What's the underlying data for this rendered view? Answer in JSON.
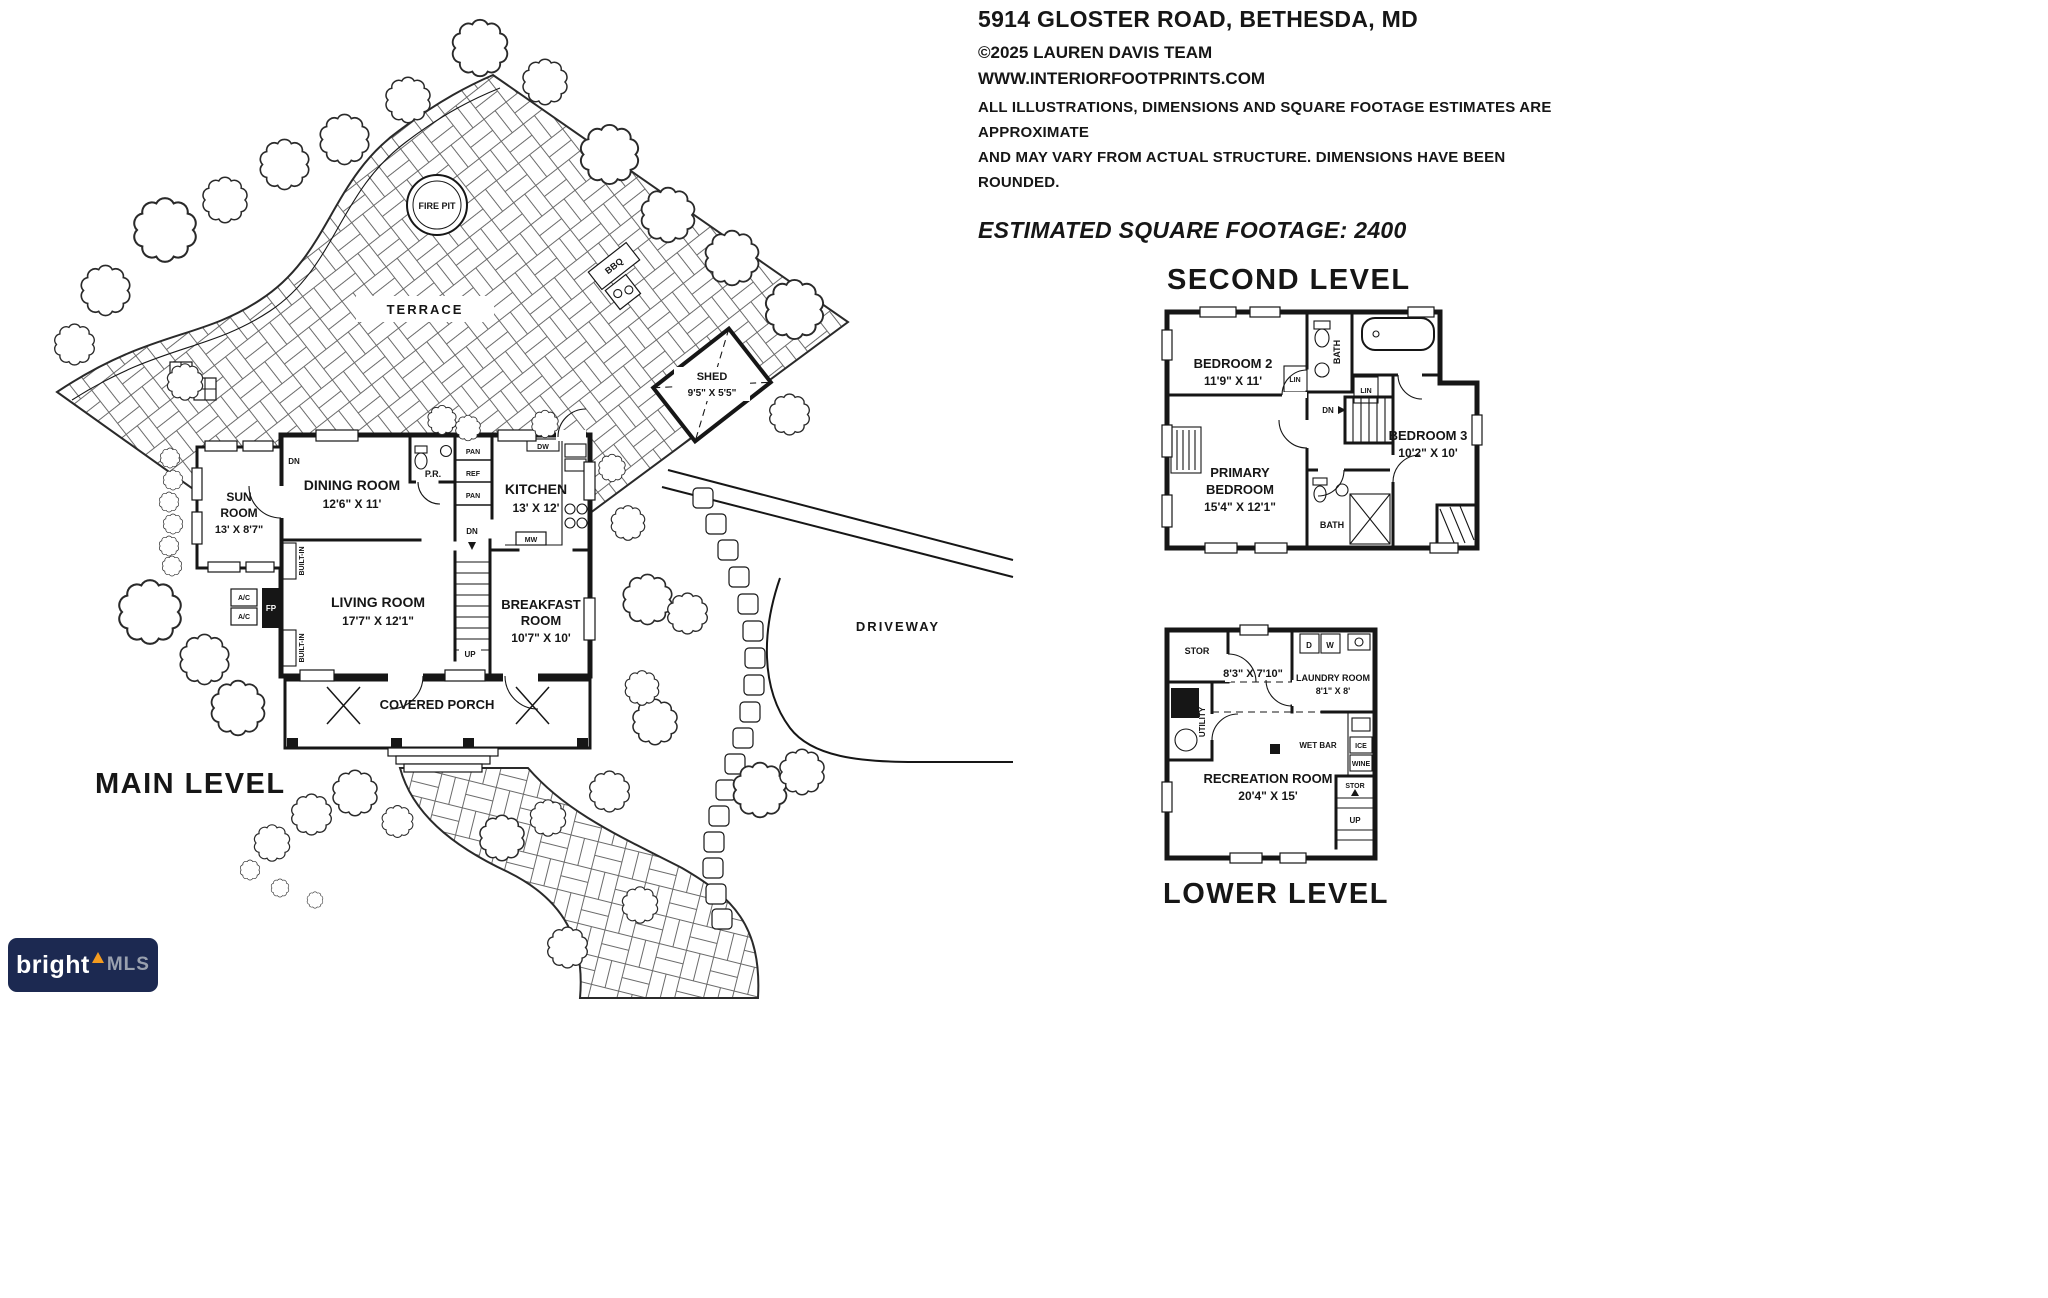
{
  "header": {
    "address": "5914 GLOSTER ROAD, BETHESDA, MD",
    "copyright": "©2025 LAUREN DAVIS TEAM",
    "website": "WWW.INTERIORFOOTPRINTS.COM",
    "disclaimer_line1": "ALL ILLUSTRATIONS, DIMENSIONS AND SQUARE FOOTAGE ESTIMATES ARE APPROXIMATE",
    "disclaimer_line2": "AND MAY VARY FROM ACTUAL STRUCTURE. DIMENSIONS HAVE BEEN ROUNDED.",
    "square_footage": "ESTIMATED SQUARE FOOTAGE: 2400"
  },
  "main_level": {
    "title": "MAIN LEVEL",
    "terrace_label": "TERRACE",
    "fire_pit_label": "FIRE PIT",
    "bbq_label": "BBQ",
    "shed_name": "SHED",
    "shed_dims": "9'5\" X 5'5\"",
    "driveway_label": "DRIVEWAY",
    "covered_porch_label": "COVERED PORCH",
    "sun_room_line1": "SUN",
    "sun_room_line2": "ROOM",
    "sun_room_dims": "13' X 8'7\"",
    "dining_room_name": "DINING ROOM",
    "dining_room_dims": "12'6\" X 11'",
    "kitchen_name": "KITCHEN",
    "kitchen_dims": "13' X 12'",
    "living_room_name": "LIVING ROOM",
    "living_room_dims": "17'7\" X 12'1\"",
    "breakfast_line1": "BREAKFAST",
    "breakfast_line2": "ROOM",
    "breakfast_dims": "10'7\" X 10'",
    "powder_room": "P.R.",
    "pantry_top": "PAN",
    "fridge": "REF",
    "pantry_bottom": "PAN",
    "dishwasher": "DW",
    "microwave": "MW",
    "fireplace": "FP",
    "ac_top": "A/C",
    "ac_bottom": "A/C",
    "built_in_upper": "BUILT-IN",
    "built_in_lower": "BUILT-IN",
    "dn_sun_room": "DN",
    "dn_stairs": "DN",
    "up_stairs": "UP"
  },
  "second_level": {
    "title": "SECOND LEVEL",
    "bedroom2_name": "BEDROOM 2",
    "bedroom2_dims": "11'9\" X 11'",
    "bedroom3_name": "BEDROOM 3",
    "bedroom3_dims": "10'2\" X 10'",
    "primary_line1": "PRIMARY",
    "primary_line2": "BEDROOM",
    "primary_dims": "15'4\" X 12'1\"",
    "bath_upper": "BATH",
    "bath_lower": "BATH",
    "linen_left": "LIN",
    "linen_right": "LIN",
    "dn_stairs": "DN"
  },
  "lower_level": {
    "title": "LOWER LEVEL",
    "storage_top": "STOR",
    "storage_stairs": "STOR",
    "utility": "UTILITY",
    "room_dims": "8'3\" X 7'10\"",
    "laundry_name": "LAUNDRY ROOM",
    "laundry_dims": "8'1\" X 8'",
    "wet_bar": "WET BAR",
    "ice": "ICE",
    "wine": "WINE",
    "recreation_name": "RECREATION ROOM",
    "recreation_dims": "20'4\" X 15'",
    "up_stairs": "UP",
    "dryer": "D",
    "washer": "W"
  },
  "logo": {
    "brand": "bright",
    "suffix": "MLS"
  }
}
